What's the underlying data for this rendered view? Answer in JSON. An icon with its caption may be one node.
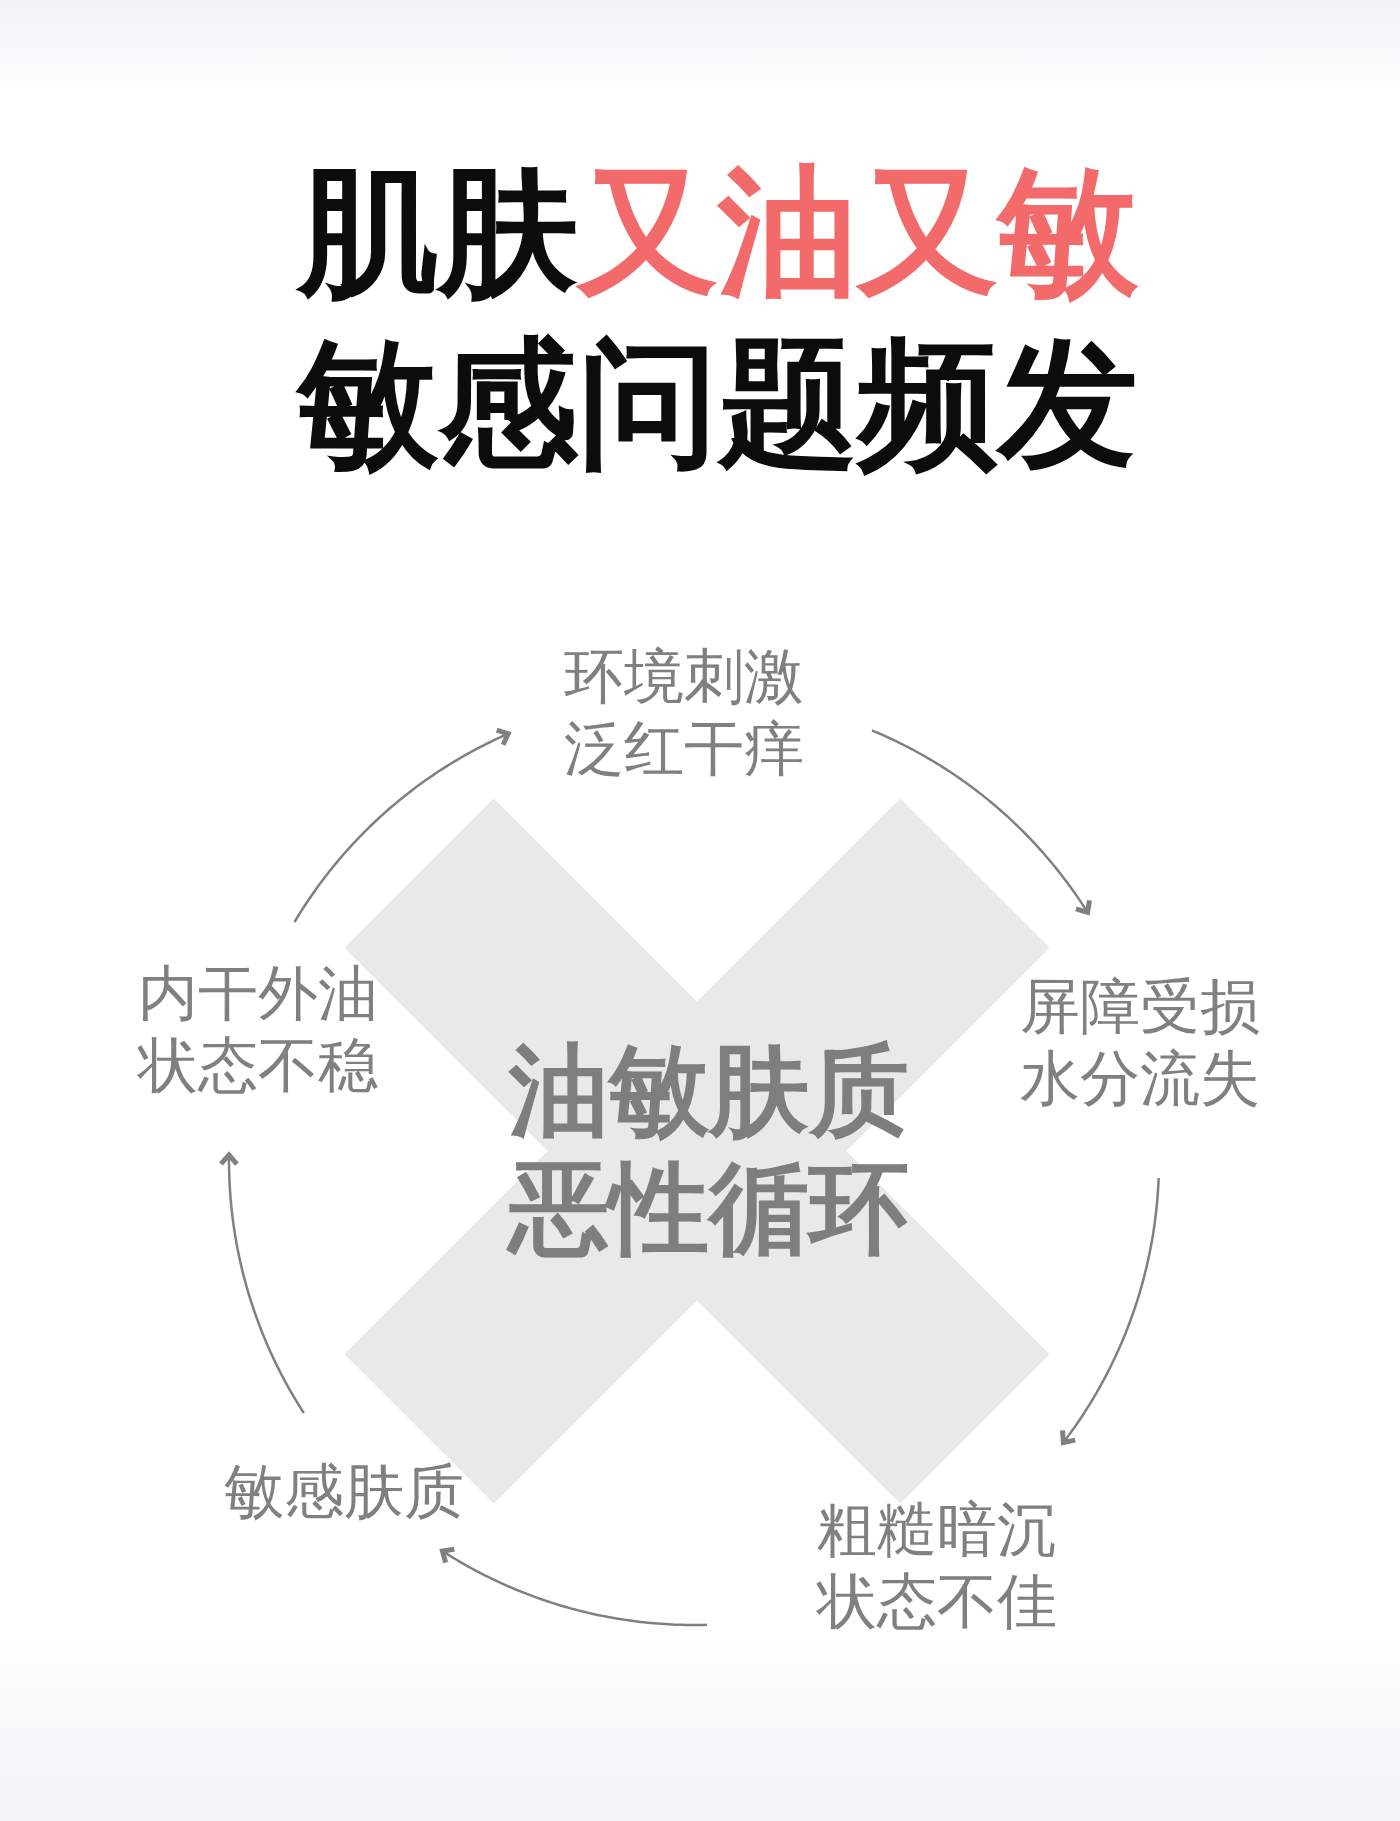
{
  "diagram": {
    "title": "肌肤**又油又敏**敏感问题频发",
    "nodes": [
      {
        "text": [
          "环境刺激",
          "泛红干痒"
        ]
      },
      {
        "text": [
          "屏障受损",
          "水分流失"
        ]
      },
      {
        "text": [
          "粗糙暗沉",
          "状态不佳"
        ]
      },
      {
        "text": [
          "敏感肤质"
        ]
      },
      {
        "text": [
          "内干外油",
          "状态不稳"
        ]
      }
    ],
    "edges": [
      {
        "from": 0,
        "to": 1,
        "arrow": "to"
      },
      {
        "from": 1,
        "to": 2,
        "arrow": "to"
      },
      {
        "from": 2,
        "to": 3,
        "arrow": "to"
      },
      {
        "from": 3,
        "to": 4,
        "arrow": "to"
      },
      {
        "from": 4,
        "to": 0,
        "arrow": "to"
      }
    ],
    "labels": [
      "油敏肤质",
      "恶性循环"
    ]
  }
}
